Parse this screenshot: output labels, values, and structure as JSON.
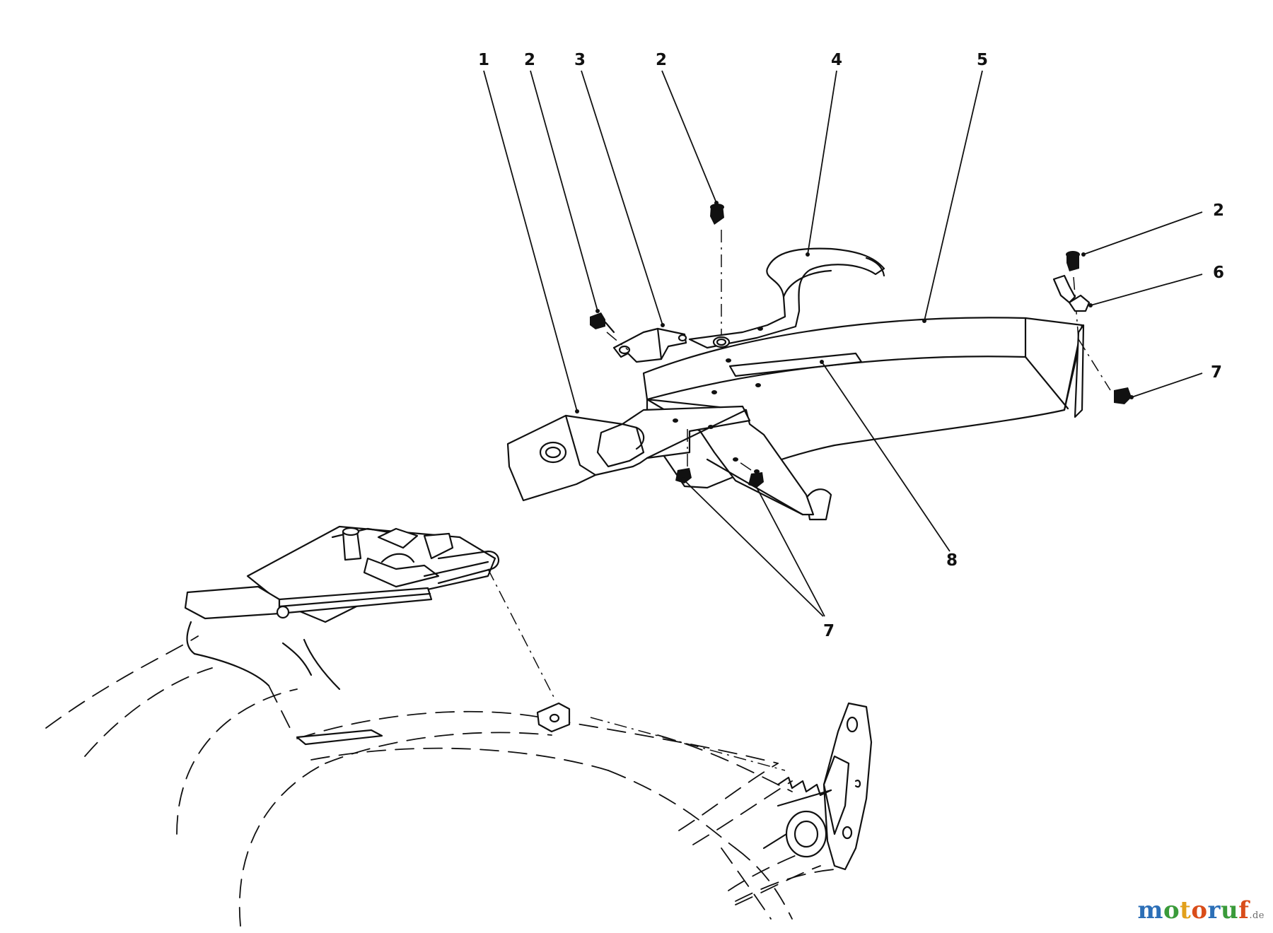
{
  "diagram": {
    "callouts": [
      "1",
      "2",
      "3",
      "2",
      "4",
      "5",
      "2",
      "6",
      "7",
      "7",
      "8"
    ]
  },
  "watermark": {
    "letters": [
      {
        "ch": "m",
        "color": "#2c6fb7"
      },
      {
        "ch": "o",
        "color": "#3a9b3a"
      },
      {
        "ch": "t",
        "color": "#e2a01b"
      },
      {
        "ch": "o",
        "color": "#d94d1a"
      },
      {
        "ch": "r",
        "color": "#2c6fb7"
      },
      {
        "ch": "u",
        "color": "#3a9b3a"
      },
      {
        "ch": "f",
        "color": "#d94d1a"
      }
    ],
    "tld": ".de"
  }
}
